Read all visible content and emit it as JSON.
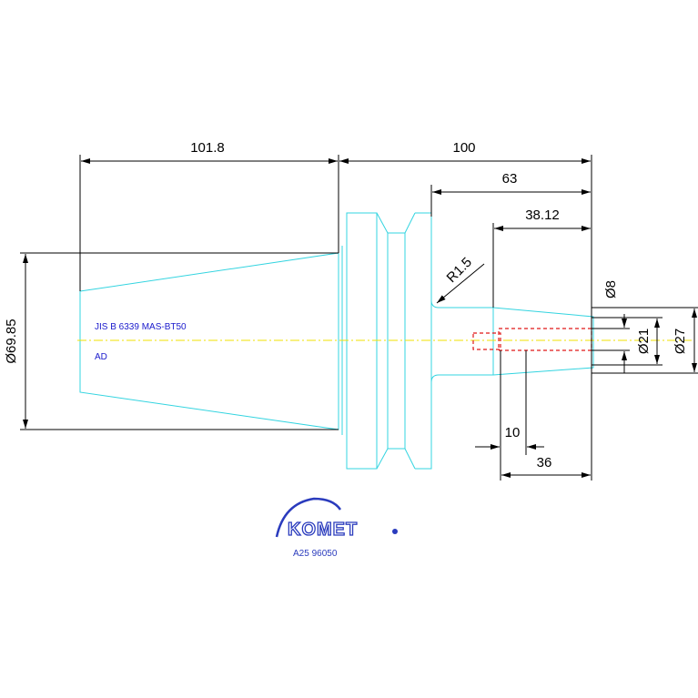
{
  "dimensions": {
    "taper_length": "101.8",
    "overall_length": "100",
    "length_63": "63",
    "length_38_12": "38.12",
    "radius": "R1.5",
    "dia_8": "Ø8",
    "dia_21": "Ø21",
    "dia_27": "Ø27",
    "dia_69_85": "Ø69.85",
    "depth_10": "10",
    "length_36": "36"
  },
  "notes": {
    "standard": "JIS B 6339 MAS-BT50",
    "variant": "AD"
  },
  "brand": {
    "logo_text": "KOMET",
    "part_number": "A25 96050"
  },
  "colors": {
    "part_outline": "#33d4e0",
    "center_line": "#f2e200",
    "hole": "#e01818",
    "annotation": "#1a1acc",
    "brand": "#2a3bbd"
  }
}
